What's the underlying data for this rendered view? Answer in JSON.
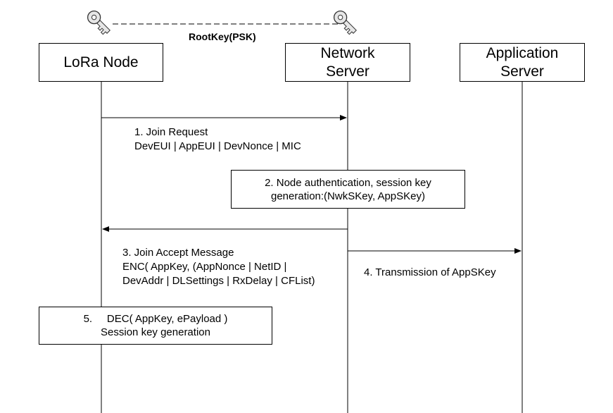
{
  "rootkey_label": "RootKey(PSK)",
  "actors": {
    "node": {
      "line1": "LoRa Node"
    },
    "network": {
      "line1": "Network",
      "line2": "Server"
    },
    "app": {
      "line1": "Application",
      "line2": "Server"
    }
  },
  "steps": {
    "join_request": {
      "line1": "1. Join Request",
      "line2": "DevEUI | AppEUI | DevNonce | MIC"
    },
    "node_auth": {
      "line1": "2.  Node authentication, session key",
      "line2": "generation:(NwkSKey, AppSKey)"
    },
    "join_accept": {
      "line1": "3. Join Accept Message",
      "line2": "ENC( AppKey, (AppNonce | NetID |",
      "line3": "DevAddr | DLSettings | RxDelay | CFList)"
    },
    "transmission": {
      "line1": "4. Transmission of AppSKey"
    },
    "dec": {
      "line1": "5.     DEC( AppKey, ePayload )",
      "line2": "Session key generation"
    }
  },
  "icons": [
    "key-icon",
    "key-icon"
  ]
}
